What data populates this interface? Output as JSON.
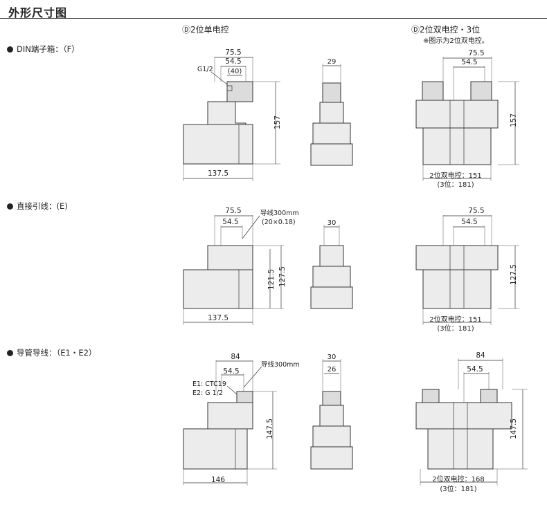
{
  "page_title": "外形尺寸图",
  "headers": {
    "single": "Ⓓ2位单电控",
    "double": "Ⓓ2位双电控・3位",
    "double_note": "※图示为2位双电控。"
  },
  "sections": {
    "din": "DIN端子箱：（F）",
    "direct": "直接引线：(E)",
    "conduit": "导管导线：（E1・E2）"
  },
  "row1": {
    "front_w": "75.5",
    "mid_w": "54.5",
    "inner_w": "(40)",
    "port": "G1/2",
    "height": "157",
    "length": "137.5",
    "side_w": "29",
    "r_front_w": "75.5",
    "r_mid_w": "54.5",
    "r_height": "157",
    "r_len1": "2位双电控：151",
    "r_len2": "(3位：181)"
  },
  "row2": {
    "front_w": "75.5",
    "mid_w": "54.5",
    "lead1": "导线300mm",
    "lead2": "(20×0.18)",
    "h1": "121.5",
    "h2": "127.5",
    "length": "137.5",
    "side_w": "30",
    "r_front_w": "75.5",
    "r_mid_w": "54.5",
    "r_height": "127.5",
    "r_len1": "2位双电控：151",
    "r_len2": "(3位：181)"
  },
  "row3": {
    "front_w": "84",
    "mid_w": "54.5",
    "lead": "导线300mm",
    "e1": "E1: CTC19",
    "e2": "E2: G 1/2",
    "height": "147.5",
    "length": "146",
    "side_w": "30",
    "side_inner": "26",
    "r_front_w": "84",
    "r_mid_w": "54.5",
    "r_height": "147.5",
    "r_len1": "2位双电控：168",
    "r_len2": "(3位：181)"
  }
}
